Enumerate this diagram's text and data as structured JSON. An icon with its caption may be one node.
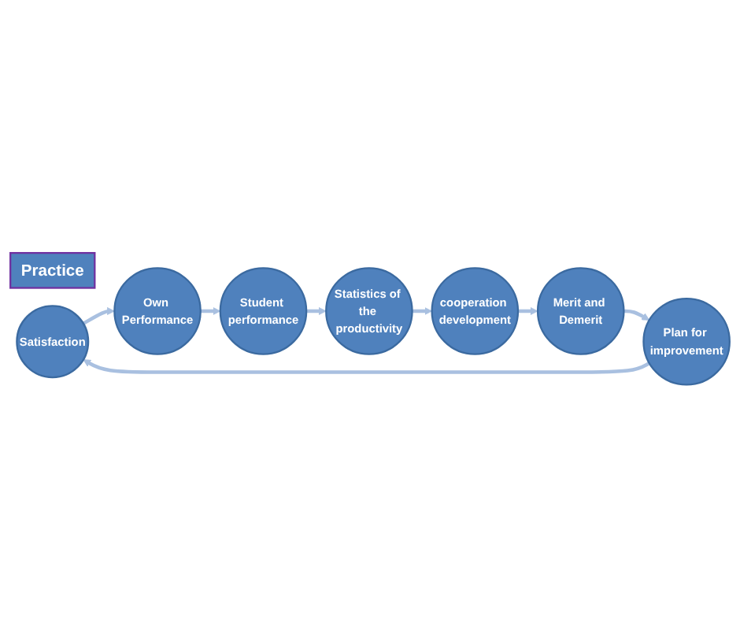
{
  "diagram": {
    "nodes": [
      {
        "text": [
          "Practice"
        ]
      },
      {
        "text": [
          "Satisfaction"
        ]
      },
      {
        "text": [
          "Own Performance"
        ]
      },
      {
        "text": [
          "Student performance"
        ]
      },
      {
        "text": [
          "Statistics of the productivity"
        ]
      },
      {
        "text": [
          "cooperation development"
        ]
      },
      {
        "text": [
          "Merit and Demerit"
        ]
      },
      {
        "text": [
          "Plan for improvement"
        ]
      }
    ],
    "edges": [
      {
        "from": 1,
        "to": 2,
        "arrow": "to"
      },
      {
        "from": 2,
        "to": 3,
        "arrow": "to"
      },
      {
        "from": 3,
        "to": 4,
        "arrow": "to"
      },
      {
        "from": 4,
        "to": 5,
        "arrow": "to"
      },
      {
        "from": 5,
        "to": 6,
        "arrow": "to"
      },
      {
        "from": 6,
        "to": 7,
        "arrow": "to"
      },
      {
        "from": 7,
        "to": 1,
        "arrow": "to"
      }
    ]
  }
}
